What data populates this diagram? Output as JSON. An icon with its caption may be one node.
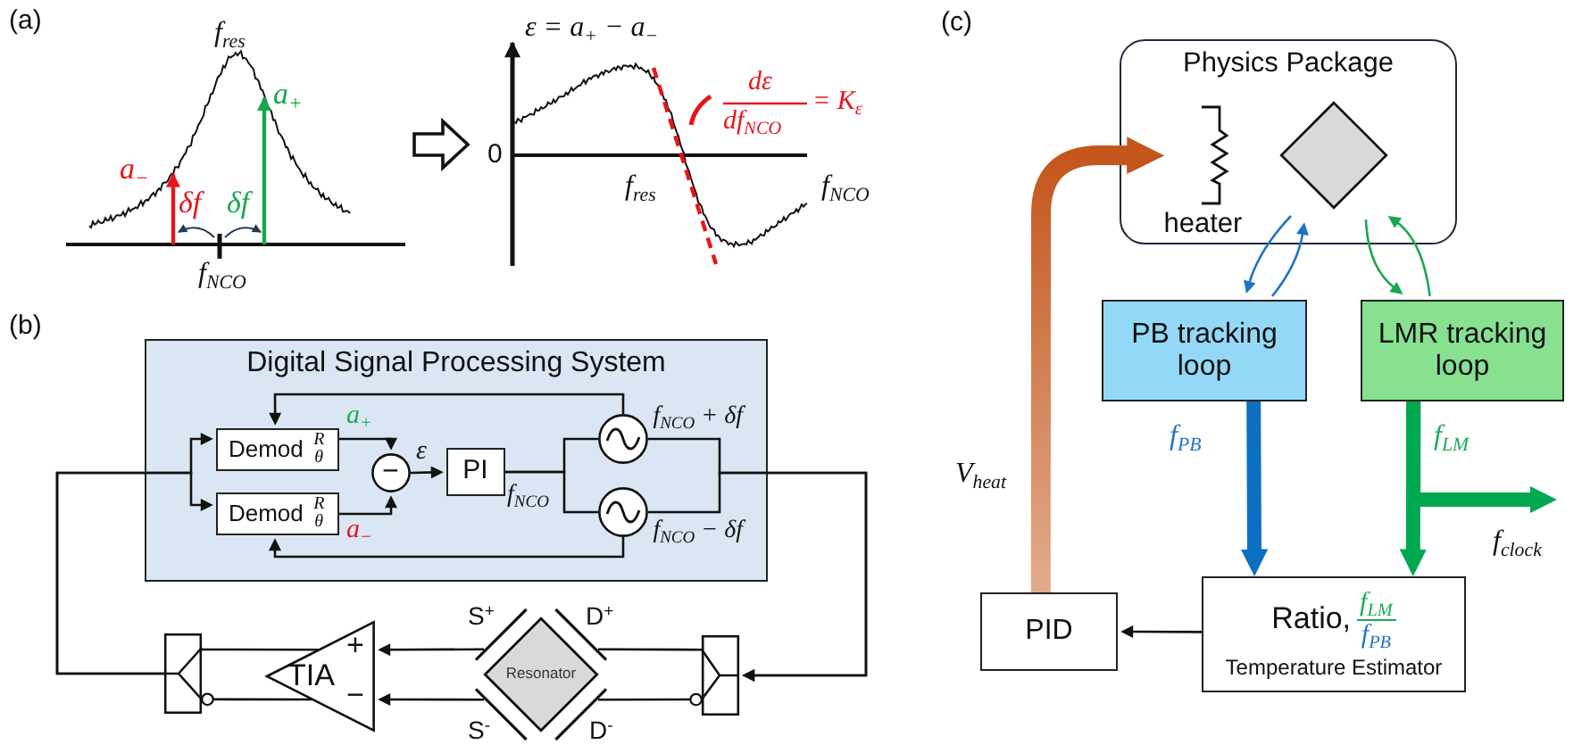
{
  "diagram": {
    "nodes": [
      {
        "text": [
          "Digital Signal Processing System"
        ]
      },
      {
        "text": [
          "Demod",
          "R θ"
        ],
        "in": 0
      },
      {
        "text": [
          "Demod",
          "R θ"
        ],
        "in": 0
      },
      {
        "text": [
          "−"
        ],
        "in": 0
      },
      {
        "text": [
          "PI"
        ],
        "in": 0
      },
      {
        "text": [],
        "shape": "circle",
        "in": 0,
        "beside": [
          "f$_{NCO}$ + δf"
        ]
      },
      {
        "text": [],
        "shape": "circle",
        "in": 0,
        "beside": [
          "f$_{NCO}$ − δf"
        ]
      },
      {
        "text": [
          "TIA",
          "+",
          "−"
        ]
      },
      {
        "text": [
          "Resonator"
        ]
      },
      {
        "text": [],
        "shape": "box"
      },
      {
        "text": [],
        "shape": "box"
      },
      {
        "text": [
          "Physics Package"
        ]
      },
      {
        "text": [
          "heater"
        ],
        "in": 11
      },
      {
        "text": [],
        "shape": "diamond",
        "in": 11
      },
      {
        "text": [
          "PB tracking loop"
        ]
      },
      {
        "text": [
          "LMR tracking loop"
        ]
      },
      {
        "text": [
          "Ratio,",
          "f$_{LM}$",
          "f$_{PB}$",
          "Temperature Estimator"
        ]
      },
      {
        "text": [
          "PID"
        ]
      }
    ],
    "edges": [
      {
        "from": 9,
        "to": 1,
        "arrow": "to"
      },
      {
        "from": 9,
        "to": 2,
        "arrow": "to"
      },
      {
        "from": 1,
        "to": 3,
        "arrow": "to",
        "label": "a$_{+}$"
      },
      {
        "from": 2,
        "to": 3,
        "arrow": "to",
        "label": "a$_{−}$"
      },
      {
        "from": 3,
        "to": 4,
        "arrow": "to",
        "label": "ε"
      },
      {
        "from": 4,
        "to": 5,
        "arrow": "none",
        "label": "f$_{NCO}$"
      },
      {
        "from": 4,
        "to": 6,
        "arrow": "none"
      },
      {
        "from": 5,
        "to": 1,
        "arrow": "to"
      },
      {
        "from": 6,
        "to": 2,
        "arrow": "to"
      },
      {
        "from": 5,
        "to": 10,
        "arrow": "to"
      },
      {
        "from": 6,
        "to": 10,
        "arrow": "to"
      },
      {
        "from": 10,
        "to": 8,
        "arrow": "none"
      },
      {
        "from": 8,
        "to": 10,
        "arrow": "other"
      },
      {
        "from": 8,
        "to": 7,
        "arrow": "to"
      },
      {
        "from": 8,
        "to": 7,
        "arrow": "to"
      },
      {
        "from": 7,
        "to": 9,
        "arrow": "none"
      },
      {
        "from": 7,
        "to": 9,
        "arrow": "other"
      },
      {
        "from": 13,
        "to": 14,
        "arrow": "to",
        "color": "#1f74c4"
      },
      {
        "from": 14,
        "to": 13,
        "arrow": "to",
        "color": "#1f74c4"
      },
      {
        "from": 13,
        "to": 15,
        "arrow": "to",
        "color": "#1aa74f"
      },
      {
        "from": 15,
        "to": 13,
        "arrow": "to",
        "color": "#1aa74f"
      },
      {
        "from": 14,
        "to": 16,
        "arrow": "to",
        "label": "f$_{PB}$",
        "style": "thick",
        "color": "#0b6fc2"
      },
      {
        "from": 15,
        "to": 16,
        "arrow": "to",
        "label": "f$_{LM}$",
        "style": "thick",
        "color": "#00a84f"
      },
      {
        "from": 15,
        "to": null,
        "arrow": "to",
        "label": "f$_{clock}$",
        "style": "thick",
        "color": "#00a84f"
      },
      {
        "from": 16,
        "to": 17,
        "arrow": "to"
      },
      {
        "from": 17,
        "to": 12,
        "arrow": "to",
        "label": "V$_{heat}$",
        "style": "thick",
        "color": "#c4561c"
      }
    ],
    "labels": [
      "(a)",
      "f$_{res}$",
      "a$_{+}$",
      "a$_{−}$",
      "δf",
      "δf",
      "f$_{NCO}$",
      "ε = a$_{+}$ − a$_{−}$",
      "dε",
      "df$_{NCO}$",
      "= K$_{ε}$",
      "0",
      "f$_{res}$",
      "f$_{NCO}$",
      "(b)",
      "S$^{+}$",
      "D$^{+}$",
      "S$^{-}$",
      "D$^{-}$",
      "(c)"
    ]
  }
}
